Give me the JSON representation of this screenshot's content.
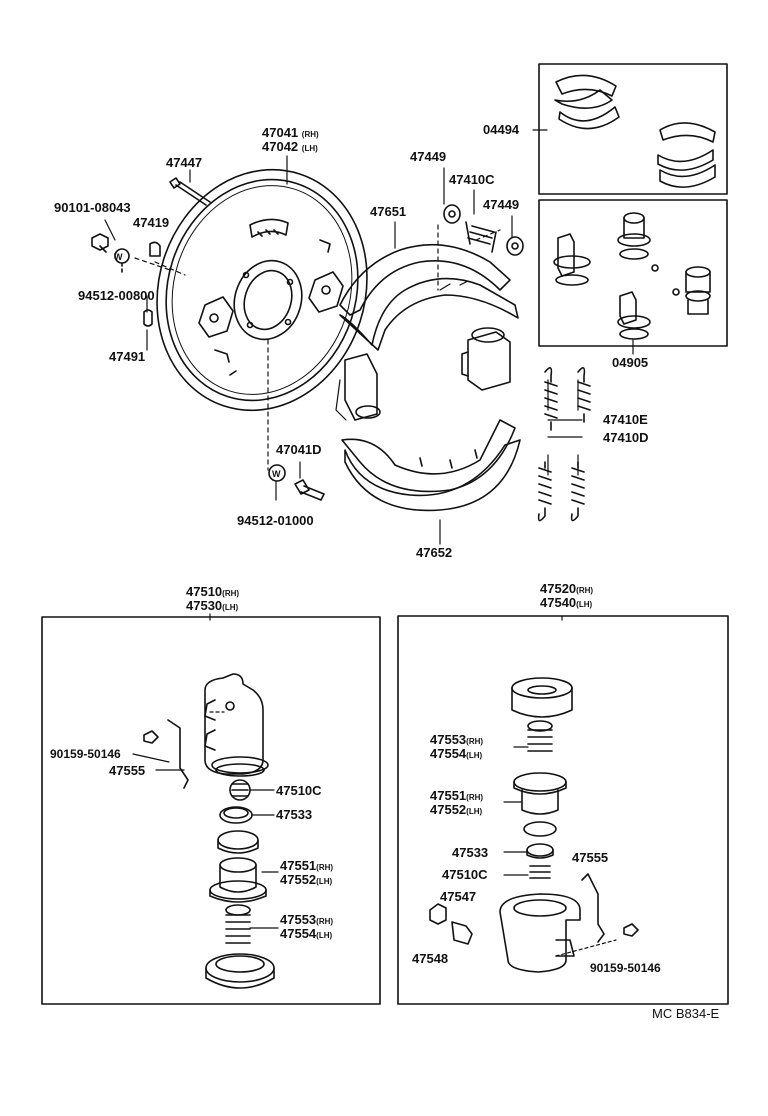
{
  "labels": {
    "p47041": "47041",
    "p47041_sfx": "(RH)",
    "p47042": "47042",
    "p47042_sfx": "(LH)",
    "p47447": "47447",
    "p90101": "90101-08043",
    "p47419": "47419",
    "p94512a": "94512-00800",
    "p47491": "47491",
    "p47449a": "47449",
    "p47410C": "47410C",
    "p47449b": "47449",
    "p47651": "47651",
    "p04494": "04494",
    "p04905": "04905",
    "p47410E": "47410E",
    "p47410D": "47410D",
    "p47041D": "47041D",
    "p94512b": "94512-01000",
    "p47652": "47652",
    "p47510": "47510",
    "p47510_sfx": "(RH)",
    "p47530": "47530",
    "p47530_sfx": "(LH)",
    "p47520": "47520",
    "p47520_sfx": "(RH)",
    "p47540": "47540",
    "p47540_sfx": "(LH)",
    "l_90159": "90159-50146",
    "l_47555": "47555",
    "l_47510C": "47510C",
    "l_47533": "47533",
    "l_47551": "47551",
    "l_47551_sfx": "(RH)",
    "l_47552": "47552",
    "l_47552_sfx": "(LH)",
    "l_47553": "47553",
    "l_47553_sfx": "(RH)",
    "l_47554": "47554",
    "l_47554_sfx": "(LH)",
    "r_47553": "47553",
    "r_47553_sfx": "(RH)",
    "r_47554": "47554",
    "r_47554_sfx": "(LH)",
    "r_47551": "47551",
    "r_47551_sfx": "(RH)",
    "r_47552": "47552",
    "r_47552_sfx": "(LH)",
    "r_47533": "47533",
    "r_47510C": "47510C",
    "r_47555": "47555",
    "r_47547": "47547",
    "r_47548": "47548",
    "r_90159": "90159-50146",
    "footer": "MC  B834-E",
    "w1": "W",
    "w2": "W"
  }
}
